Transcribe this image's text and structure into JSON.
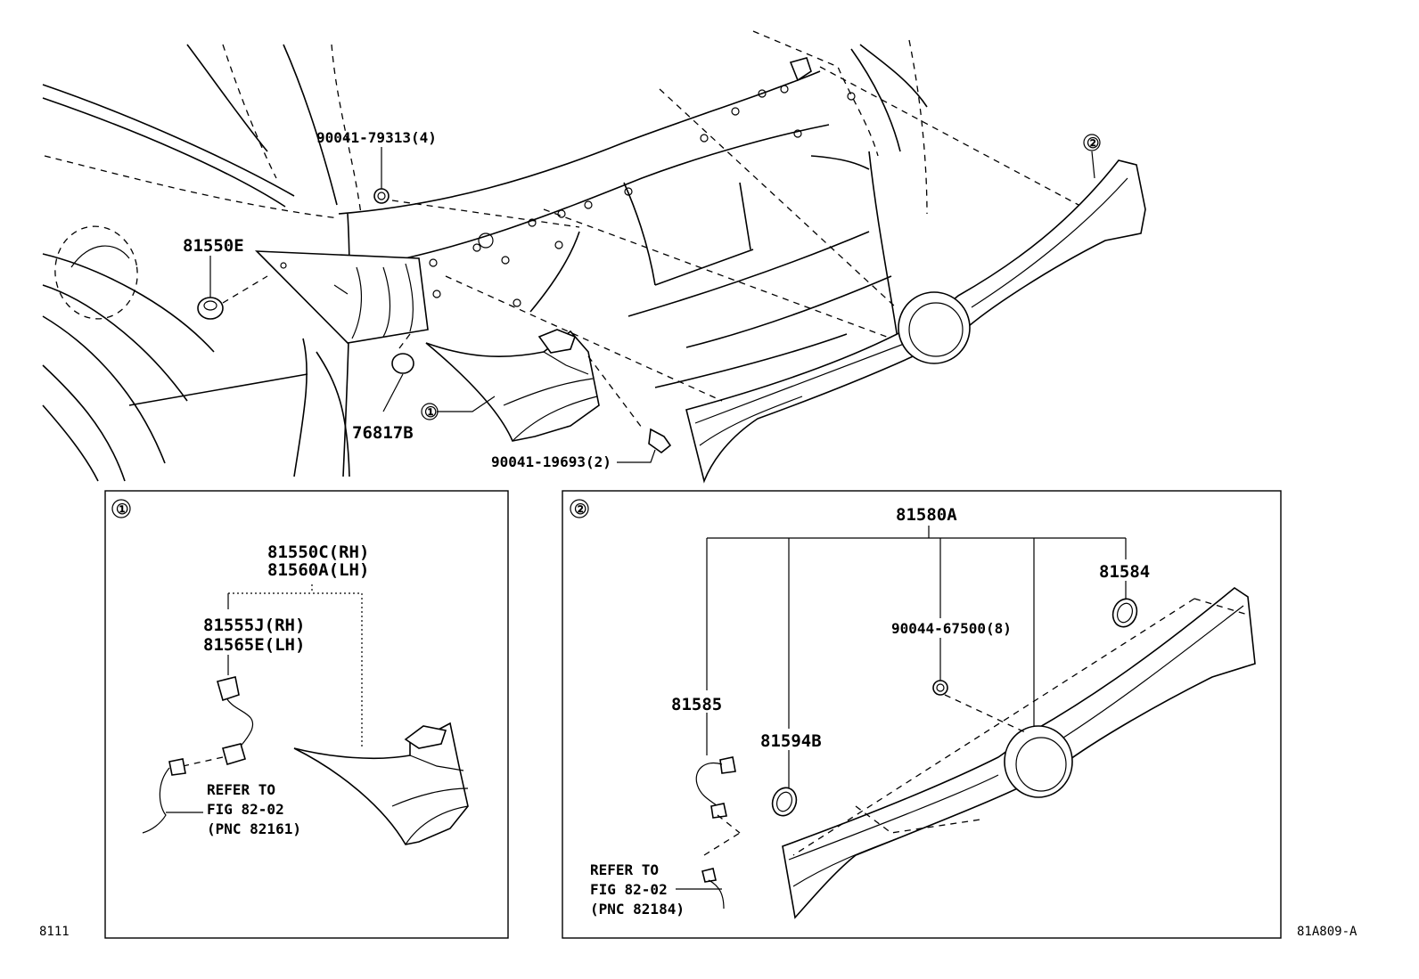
{
  "labels": {
    "bolt_top": "90041-79313(4)",
    "grommet_left": "81550E",
    "clip": "76817B",
    "bolt_bottom": "90041-19693(2)",
    "callout_1": "①",
    "callout_2": "②",
    "inset1_lamp_rh": "81550C(RH)",
    "inset1_lamp_lh": "81560A(LH)",
    "inset1_socket_rh": "81555J(RH)",
    "inset1_socket_lh": "81565E(LH)",
    "inset1_ref_1": "REFER TO",
    "inset1_ref_2": "FIG 82-02",
    "inset1_ref_3": "(PNC 82161)",
    "inset2_assy": "81580A",
    "inset2_gasket": "81584",
    "inset2_nut": "90044-67500(8)",
    "inset2_socket": "81585",
    "inset2_gasket2": "81594B",
    "inset2_ref_1": "REFER TO",
    "inset2_ref_2": "FIG 82-02",
    "inset2_ref_3": "(PNC 82184)",
    "figure_code": "8111",
    "drawing_code": "81A809-A"
  }
}
